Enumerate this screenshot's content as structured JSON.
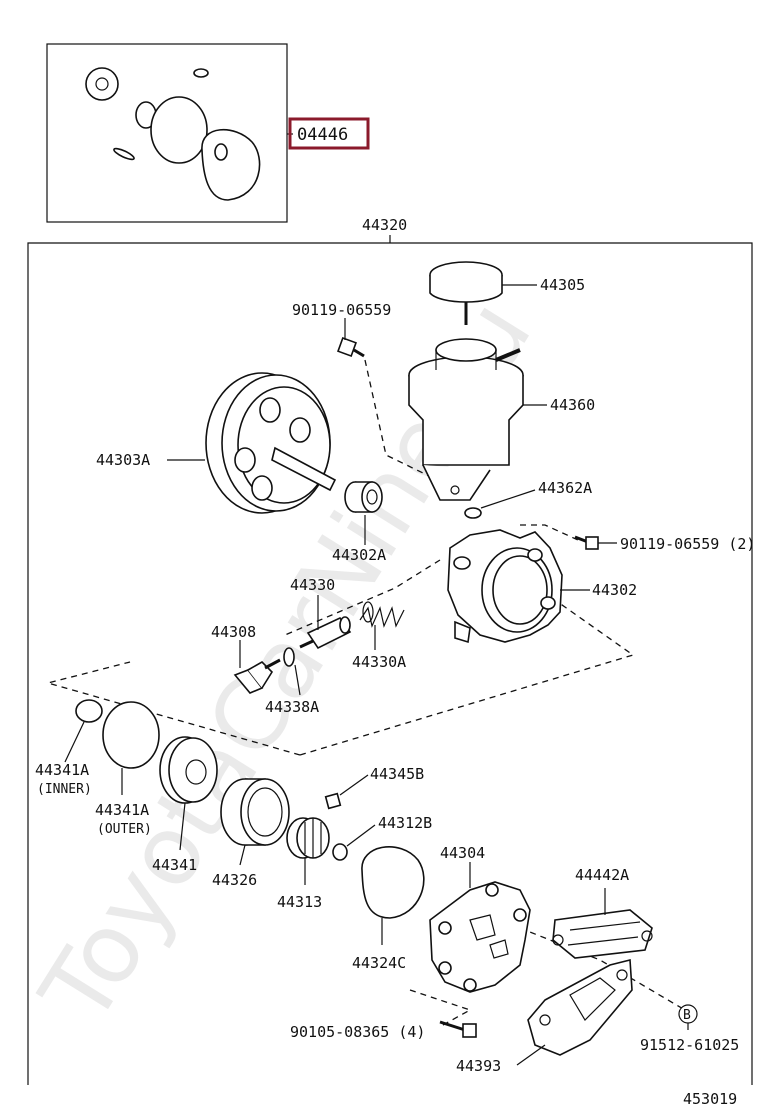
{
  "watermark": "ToyotaCarNine.ru",
  "kit": {
    "label": "04446",
    "highlight_color": "#8b1a2b"
  },
  "assembly_label": "44320",
  "figure_number": "453019",
  "callouts": {
    "c44305": "44305",
    "c90119a": "90119-06559",
    "c44360": "44360",
    "c44303a": "44303A",
    "c44362a": "44362A",
    "c90119b": "90119-06559 (2)",
    "c44302a": "44302A",
    "c44330": "44330",
    "c44302": "44302",
    "c44308": "44308",
    "c44330a": "44330A",
    "c44338a": "44338A",
    "c44345b": "44345B",
    "c44341a_inner": "44341A",
    "c44341a_inner_note": "(INNER)",
    "c44341a_outer": "44341A",
    "c44341a_outer_note": "(OUTER)",
    "c44312b": "44312B",
    "c44304": "44304",
    "c44442a": "44442A",
    "c44341": "44341",
    "c44326": "44326",
    "c44313": "44313",
    "c44324c": "44324C",
    "c90105": "90105-08365 (4)",
    "c44393": "44393",
    "c91512": "91512-61025",
    "b_marker": "B"
  }
}
